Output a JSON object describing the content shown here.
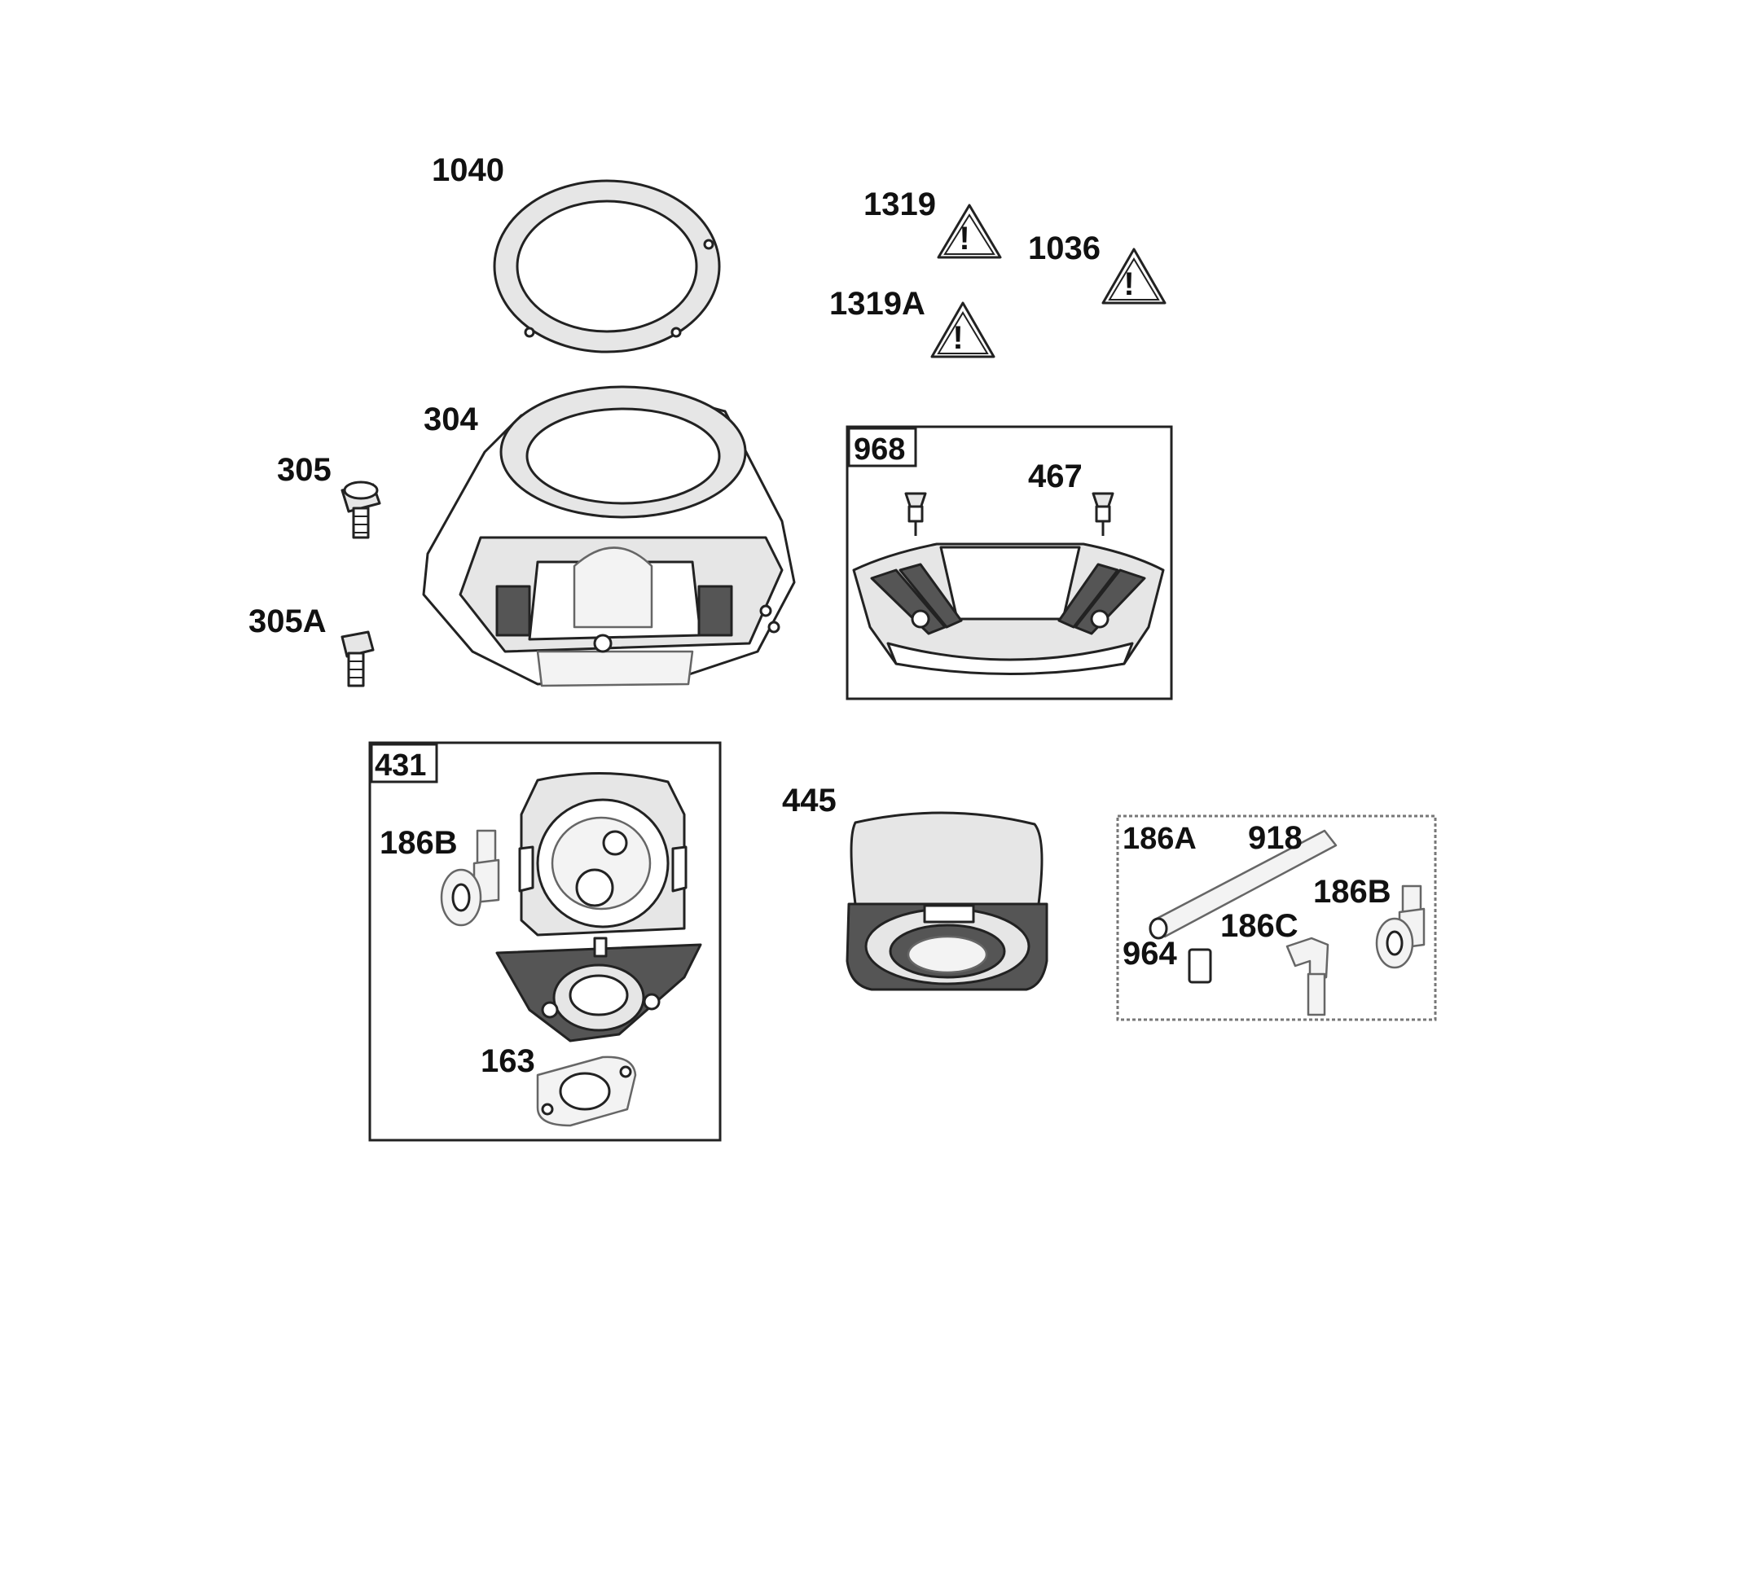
{
  "diagram": {
    "parts": {
      "p1040": "1040",
      "p1319": "1319",
      "p1036": "1036",
      "p1319a": "1319A",
      "p304": "304",
      "p305": "305",
      "p305a": "305A",
      "p968": "968",
      "p467": "467",
      "p431": "431",
      "p186b_left": "186B",
      "p163": "163",
      "p445": "445",
      "p186a": "186A",
      "p918": "918",
      "p186b_right": "186B",
      "p186c": "186C",
      "p964": "964"
    },
    "warning_symbol": "!"
  }
}
